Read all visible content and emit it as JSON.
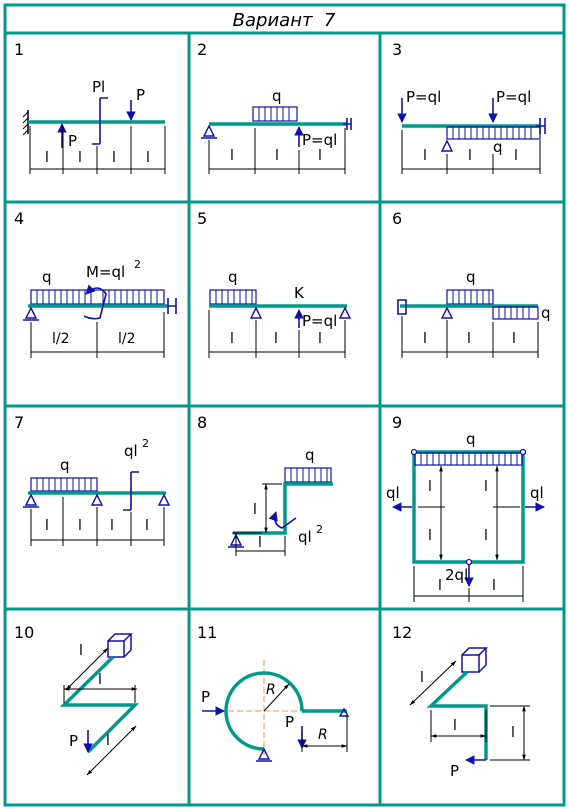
{
  "header": {
    "title": "Вариант  7"
  },
  "colors": {
    "frame": "#009a8a",
    "beam": "#009a8a",
    "load": "#1010b0",
    "ink": "#000000"
  },
  "problems": [
    {
      "number": "1",
      "labels": {
        "Pl": "Pl",
        "P_top": "P",
        "P_mid": "P",
        "l1": "l",
        "l2": "l",
        "l3": "l",
        "l4": "l"
      }
    },
    {
      "number": "2",
      "labels": {
        "q": "q",
        "P": "P=ql",
        "l1": "l",
        "l2": "l",
        "l3": "l"
      }
    },
    {
      "number": "3",
      "labels": {
        "P_left": "P=ql",
        "P_right": "P=ql",
        "q": "q",
        "l1": "l",
        "l2": "l",
        "l3": "l"
      }
    },
    {
      "number": "4",
      "labels": {
        "q": "q",
        "M": "M=ql",
        "M_exp": "2",
        "l1": "l/2",
        "l2": "l/2"
      }
    },
    {
      "number": "5",
      "labels": {
        "q": "q",
        "K": "K",
        "P": "P=ql",
        "l1": "l",
        "l2": "l",
        "l3": "l"
      }
    },
    {
      "number": "6",
      "labels": {
        "q_top": "q",
        "q_right": "q",
        "l1": "l",
        "l2": "l",
        "l3": "l"
      }
    },
    {
      "number": "7",
      "labels": {
        "q": "q",
        "M": "ql",
        "M_exp": "2",
        "l1": "l",
        "l2": "l",
        "l3": "l",
        "l4": "l"
      }
    },
    {
      "number": "8",
      "labels": {
        "q": "q",
        "M": "ql",
        "M_exp": "2",
        "l_vert": "l",
        "l_horiz": "l"
      }
    },
    {
      "number": "9",
      "labels": {
        "q": "q",
        "ql_left": "ql",
        "ql_right": "ql",
        "P": "2ql",
        "v1": "l",
        "v2": "l",
        "v3": "l",
        "v4": "l",
        "h1": "l",
        "h2": "l"
      }
    },
    {
      "number": "10",
      "labels": {
        "P": "P",
        "l1": "l",
        "l2": "l",
        "l3": "l"
      }
    },
    {
      "number": "11",
      "labels": {
        "P_left": "P",
        "P_right": "P",
        "R1": "R",
        "R2": "R"
      }
    },
    {
      "number": "12",
      "labels": {
        "P": "P",
        "l1": "l",
        "l2": "l",
        "l3": "l"
      }
    }
  ]
}
